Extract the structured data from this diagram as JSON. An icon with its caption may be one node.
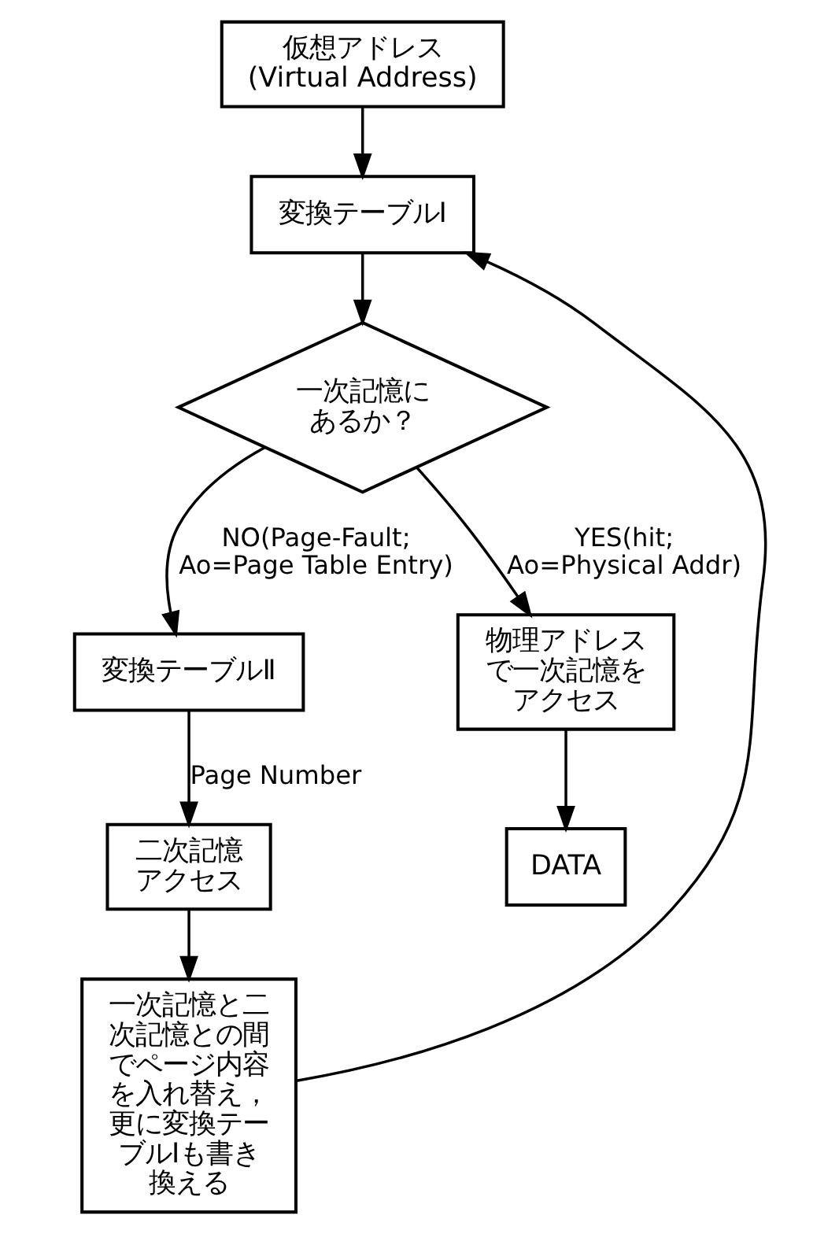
{
  "diagram": {
    "nodes": [
      {
        "text": [
          "仮想アドレス",
          "(Virtual Address)"
        ]
      },
      {
        "text": [
          "変換テーブルⅠ"
        ]
      },
      {
        "text": [
          "一次記憶にあるか？"
        ]
      },
      {
        "text": [
          "変換テーブルⅡ"
        ]
      },
      {
        "text": [
          "二次記憶アクセス"
        ]
      },
      {
        "text": [
          "一次記憶と二次記憶との間でページ内容を入れ替え，更に変換テーブルⅠも書き換える"
        ]
      },
      {
        "text": [
          "物理アドレスで一次記憶をアクセス"
        ]
      },
      {
        "text": [
          "DATA"
        ]
      }
    ],
    "edges": [
      {
        "from": 0,
        "to": 1,
        "arrow": "to"
      },
      {
        "from": 1,
        "to": 2,
        "arrow": "to"
      },
      {
        "from": 2,
        "to": 3,
        "arrow": "to",
        "label": "NO(Page-Fault; Ao=Page Table Entry)"
      },
      {
        "from": 3,
        "to": 4,
        "arrow": "to",
        "label": "Page Number"
      },
      {
        "from": 4,
        "to": 5,
        "arrow": "to"
      },
      {
        "from": 5,
        "to": 1,
        "arrow": "to"
      },
      {
        "from": 2,
        "to": 6,
        "arrow": "to",
        "label": "YES(hit; Ao=Physical Addr)"
      },
      {
        "from": 6,
        "to": 7,
        "arrow": "to"
      }
    ]
  }
}
